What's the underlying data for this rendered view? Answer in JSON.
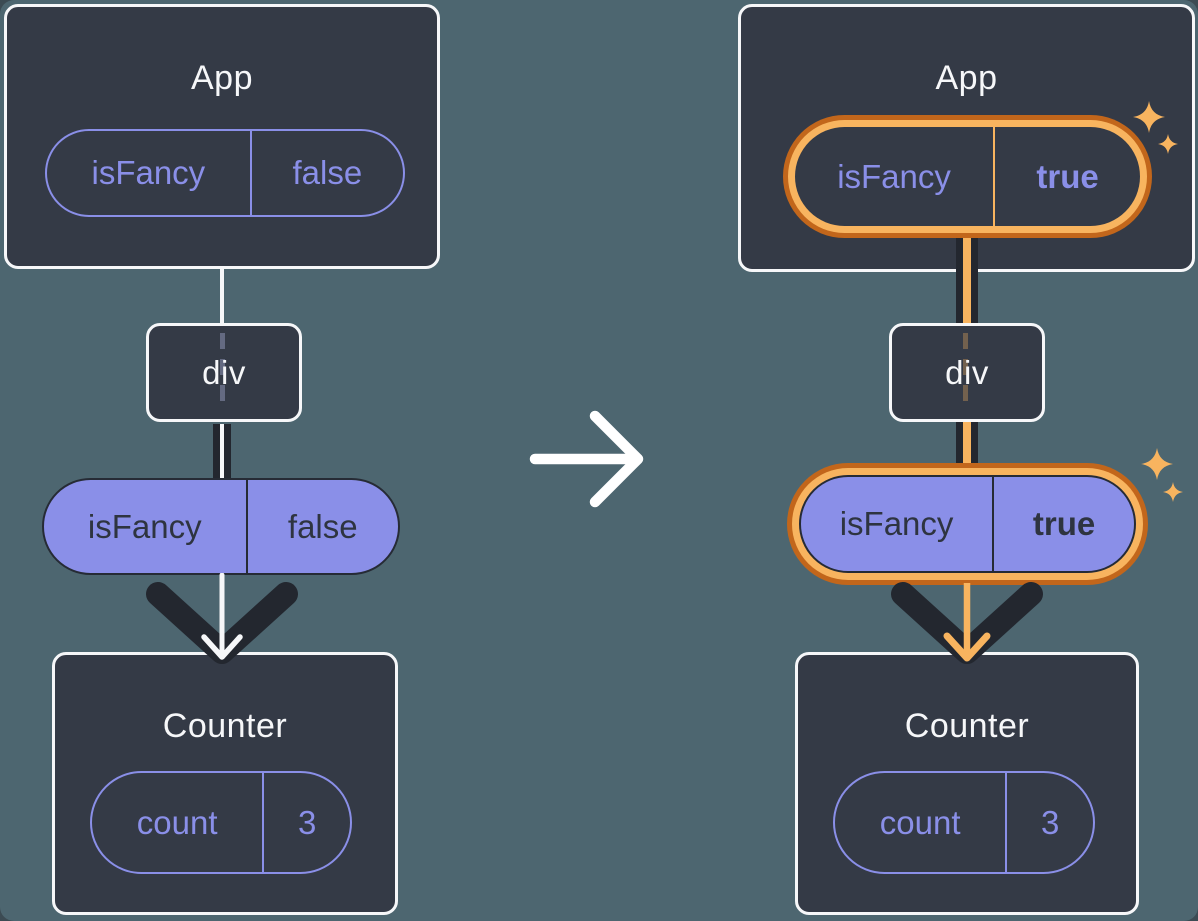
{
  "colors": {
    "background": "#4D6670",
    "panel": "#343A46",
    "panel_border": "#F6F7F9",
    "purple": "#8A8FE8",
    "dark_text": "#2E3440",
    "dark_line": "#23272F",
    "orange_dark": "#C2661B",
    "orange_light": "#F8B45F",
    "arrow_white": "#FFFFFF"
  },
  "left": {
    "app": {
      "title": "App",
      "state_name": "isFancy",
      "state_value": "false"
    },
    "div_node": {
      "label": "div"
    },
    "prop": {
      "name": "isFancy",
      "value": "false"
    },
    "counter": {
      "title": "Counter",
      "state_name": "count",
      "state_value": "3"
    }
  },
  "right": {
    "app": {
      "title": "App",
      "state_name": "isFancy",
      "state_value": "true"
    },
    "div_node": {
      "label": "div"
    },
    "prop": {
      "name": "isFancy",
      "value": "true"
    },
    "counter": {
      "title": "Counter",
      "state_name": "count",
      "state_value": "3"
    }
  }
}
